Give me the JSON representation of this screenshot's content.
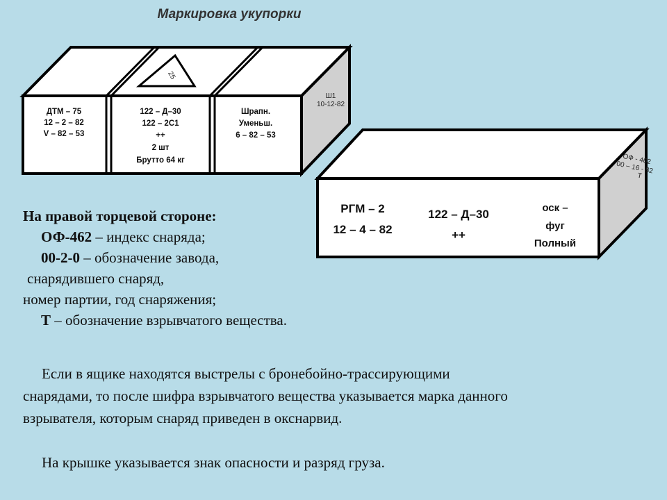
{
  "title": "Маркировка укупорки",
  "box1": {
    "section1": [
      "ДТМ – 75",
      "12 – 2 – 82",
      "V – 82 – 53"
    ],
    "section2": [
      "122 – Д–30",
      "122 – 2С1",
      "++",
      "2 шт",
      "Брутто 64 кг"
    ],
    "section3": [
      "Шрапн.",
      "Уменьш.",
      "6 – 82 – 53"
    ],
    "side": [
      "Ш1",
      "10-12-82"
    ],
    "hazard_sign": "25"
  },
  "box2": {
    "section1": [
      "РГМ – 2",
      "12 – 4 – 82"
    ],
    "section2": [
      "122 – Д–30",
      "++"
    ],
    "section3": [
      "оск –",
      "фуг",
      "Полный"
    ],
    "side": [
      "ОФ - 462",
      "00 – 16 - 82",
      "Т"
    ]
  },
  "text": {
    "heading": "На правой торцевой стороне:",
    "l1_bold": "ОФ-462",
    "l1_rest": " – индекс снаряда;",
    "l2_bold": "00-2-0",
    "l2_rest": " – обозначение завода,",
    "l3": "снарядившего снаряд,",
    "l4": "номер партии, год снаряжения;",
    "l5_bold": "Т",
    "l5_rest": " – обозначение взрывчатого вещества.",
    "para1_first": "Если в ящике находятся выстрелы с бронебойно-трассирующими",
    "para1_rest1": "снарядами, то после шифра взрывчатого вещества указывается марка данного",
    "para1_rest2": "взрывателя, которым снаряд приведен в окснарвид.",
    "para2": "На крышке указывается знак опасности и разряд груза."
  },
  "colors": {
    "background": "#b8dce8",
    "box_face": "#ffffff",
    "box_side": "#d0d0d0",
    "outline": "#000000"
  }
}
